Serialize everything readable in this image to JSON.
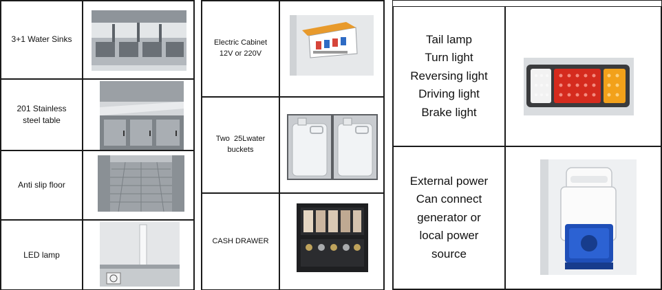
{
  "left_table": {
    "rows": [
      {
        "label": "3+1 Water Sinks",
        "image": "water-sinks-photo"
      },
      {
        "label": "201 Stainless steel table",
        "image": "stainless-table-photo"
      },
      {
        "label": "Anti slip floor",
        "image": "anti-slip-floor-photo"
      },
      {
        "label": "LED lamp",
        "image": "led-lamp-photo"
      }
    ]
  },
  "middle_table": {
    "rows": [
      {
        "label": "Electric Cabinet 12V or 220V",
        "image": "electric-cabinet-photo"
      },
      {
        "label": "Two  25Lwater buckets",
        "image": "water-buckets-photo"
      },
      {
        "label": "CASH DRAWER",
        "image": "cash-drawer-photo"
      }
    ]
  },
  "right_table": {
    "rows": [
      {
        "label_lines": [
          "Tail lamp",
          "Turn light",
          "Reversing light",
          "Driving light",
          "Brake light"
        ],
        "image": "tail-lamp-photo"
      },
      {
        "label_lines": [
          "External power",
          "Can connect",
          "generator or",
          "local power",
          "source"
        ],
        "image": "power-socket-photo"
      }
    ]
  },
  "colors": {
    "border": "#1a1a1a",
    "socket_blue": "#1f4fb8",
    "lamp_red": "#d52b1e",
    "lamp_amber": "#f2a11a"
  }
}
